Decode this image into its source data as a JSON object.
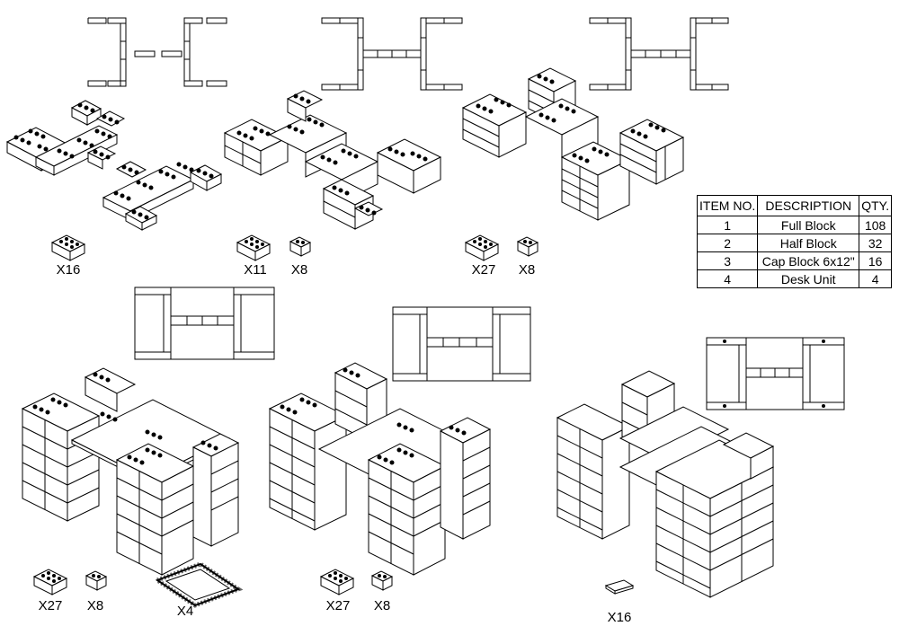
{
  "bom": {
    "headers": {
      "item": "ITEM NO.",
      "description": "DESCRIPTION",
      "qty": "QTY."
    },
    "rows": [
      {
        "item": "1",
        "description": "Full Block",
        "qty": "108"
      },
      {
        "item": "2",
        "description": "Half Block",
        "qty": "32"
      },
      {
        "item": "3",
        "description": "Cap Block 6x12\"",
        "qty": "16"
      },
      {
        "item": "4",
        "description": "Desk Unit",
        "qty": "4"
      }
    ]
  },
  "steps": [
    {
      "parts": [
        {
          "kind": "full-block",
          "label": "X16"
        }
      ]
    },
    {
      "parts": [
        {
          "kind": "full-block",
          "label": "X11"
        },
        {
          "kind": "half-block",
          "label": "X8"
        }
      ]
    },
    {
      "parts": [
        {
          "kind": "full-block",
          "label": "X27"
        },
        {
          "kind": "half-block",
          "label": "X8"
        }
      ]
    },
    {
      "parts": [
        {
          "kind": "full-block",
          "label": "X27"
        },
        {
          "kind": "half-block",
          "label": "X8"
        },
        {
          "kind": "desk-unit",
          "label": "X4"
        }
      ]
    },
    {
      "parts": [
        {
          "kind": "full-block",
          "label": "X27"
        },
        {
          "kind": "half-block",
          "label": "X8"
        }
      ]
    },
    {
      "parts": [
        {
          "kind": "cap-block",
          "label": "X16"
        }
      ]
    }
  ]
}
